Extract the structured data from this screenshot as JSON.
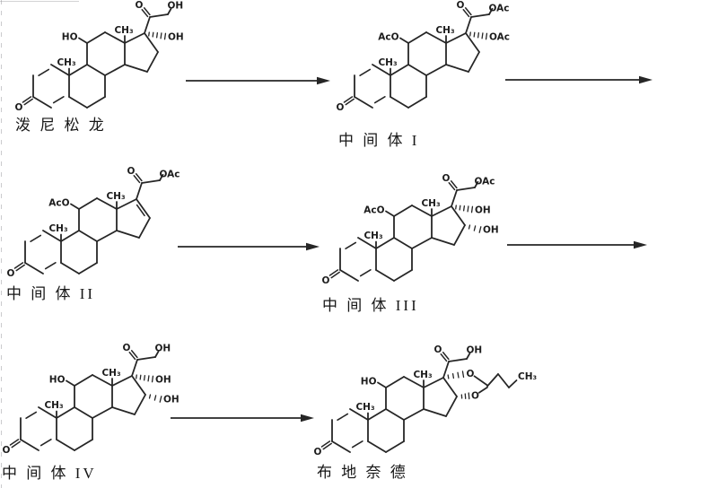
{
  "scheme": {
    "colors": {
      "ink": "#262626",
      "background": "#ffffff"
    },
    "arrow_count": 5,
    "compounds": [
      {
        "name": "prednisolone",
        "caption": "泼 尼 松 龙",
        "atom_labels": {
          "c3_ketone": "O",
          "c19_methyl": "CH₃",
          "c18_methyl": "CH₃",
          "c11": "HO",
          "c20_ketone": "O",
          "c21": "OH",
          "c17": "OH"
        },
        "d_ring_double_bond": false,
        "acetal": false
      },
      {
        "name": "intermediate-I",
        "caption": "中 间 体 I",
        "atom_labels": {
          "c3_ketone": "O",
          "c19_methyl": "CH₃",
          "c18_methyl": "CH₃",
          "c11": "AcO",
          "c20_ketone": "O",
          "c21": "OAc",
          "c17": "OAc"
        },
        "d_ring_double_bond": false,
        "acetal": false
      },
      {
        "name": "intermediate-II",
        "caption": "中 间 体 II",
        "atom_labels": {
          "c3_ketone": "O",
          "c19_methyl": "CH₃",
          "c18_methyl": "CH₃",
          "c11": "AcO",
          "c20_ketone": "O",
          "c21": "OAc"
        },
        "d_ring_double_bond": true,
        "acetal": false
      },
      {
        "name": "intermediate-III",
        "caption": "中 间 体 III",
        "atom_labels": {
          "c3_ketone": "O",
          "c19_methyl": "CH₃",
          "c18_methyl": "CH₃",
          "c11": "AcO",
          "c20_ketone": "O",
          "c21": "OAc",
          "c17": "OH",
          "c16": "OH"
        },
        "d_ring_double_bond": false,
        "acetal": false
      },
      {
        "name": "intermediate-IV",
        "caption": "中 间 体 IV",
        "atom_labels": {
          "c3_ketone": "O",
          "c19_methyl": "CH₃",
          "c18_methyl": "CH₃",
          "c11": "HO",
          "c20_ketone": "O",
          "c21": "OH",
          "c17": "OH",
          "c16": "OH"
        },
        "d_ring_double_bond": false,
        "acetal": false
      },
      {
        "name": "budesonide",
        "caption": "布 地 奈 德",
        "atom_labels": {
          "c3_ketone": "O",
          "c19_methyl": "CH₃",
          "c18_methyl": "CH₃",
          "c11": "HO",
          "c20_ketone": "O",
          "c21": "OH",
          "acetal_o_upper": "O",
          "acetal_o_lower": "O",
          "chain_terminal": "CH₃"
        },
        "d_ring_double_bond": false,
        "acetal": true
      }
    ]
  }
}
